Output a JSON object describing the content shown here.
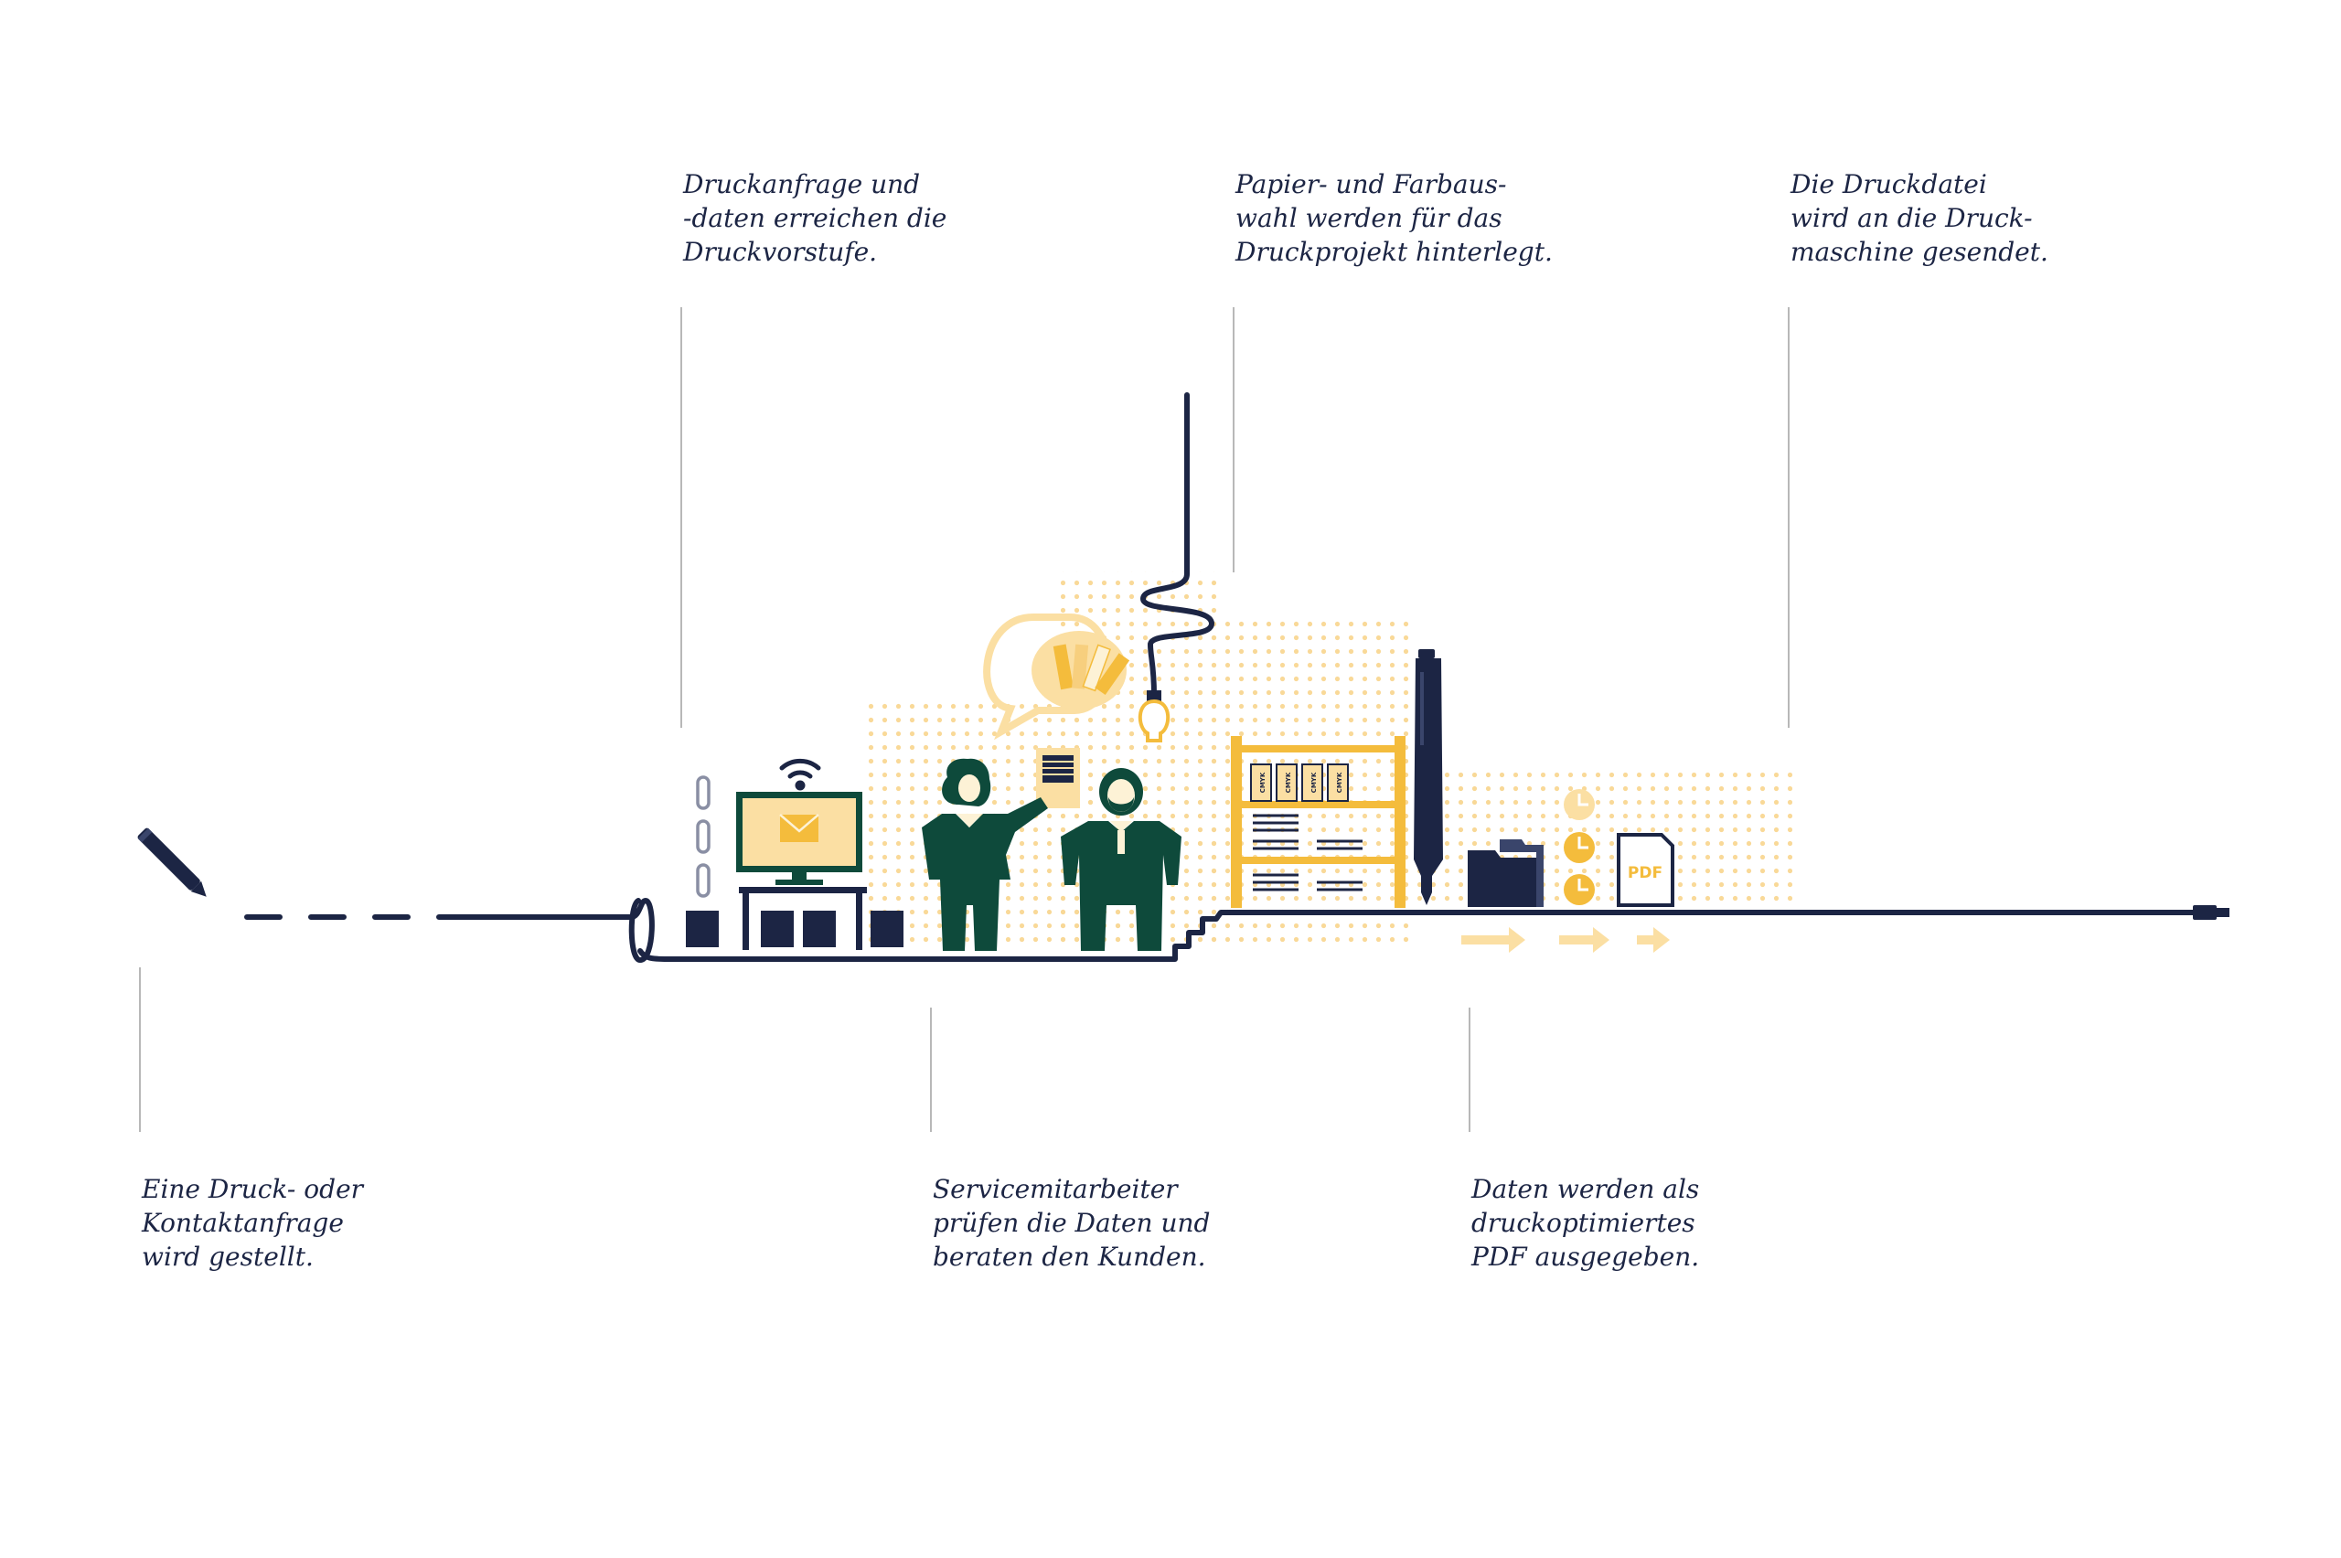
{
  "steps": [
    {
      "id": "step1",
      "lines": [
        "Eine Druck- oder",
        "Kontaktanfrage",
        "wird gestellt."
      ]
    },
    {
      "id": "step2",
      "lines": [
        "Druckanfrage und",
        "-daten erreichen die",
        "Druckvorstufe."
      ]
    },
    {
      "id": "step3",
      "lines": [
        "Servicemitarbeiter",
        "prüfen die Daten und",
        "beraten den Kunden."
      ]
    },
    {
      "id": "step4",
      "lines": [
        "Papier- und Farbaus-",
        "wahl werden für das",
        "Druckprojekt hinterlegt."
      ]
    },
    {
      "id": "step5",
      "lines": [
        "Daten werden als",
        "druckoptimiertes",
        "PDF ausgegeben."
      ]
    },
    {
      "id": "step6",
      "lines": [
        "Die Druckdatei",
        "wird an die Druck-",
        "maschine gesendet."
      ]
    }
  ],
  "labels": {
    "cmyk": "CMYK",
    "pdf": "PDF"
  },
  "colors": {
    "navy": "#1c2544",
    "green": "#0e4a3b",
    "yellow": "#f4bc3c",
    "light_yellow": "#fbdfa3",
    "cream": "#fdf2d6",
    "rule_gray": "#b8b8b8"
  },
  "icons": [
    "pencil-icon",
    "paperclip-icon",
    "wifi-icon",
    "monitor-icon",
    "envelope-icon",
    "speech-bubble-icon",
    "color-fan-icon",
    "lightbulb-icon",
    "clipboard-icon",
    "woman-icon",
    "man-icon",
    "shelf-icon",
    "pen-icon",
    "folder-icon",
    "clock-icon",
    "pdf-document-icon",
    "arrow-right-icon",
    "usb-plug-icon"
  ]
}
